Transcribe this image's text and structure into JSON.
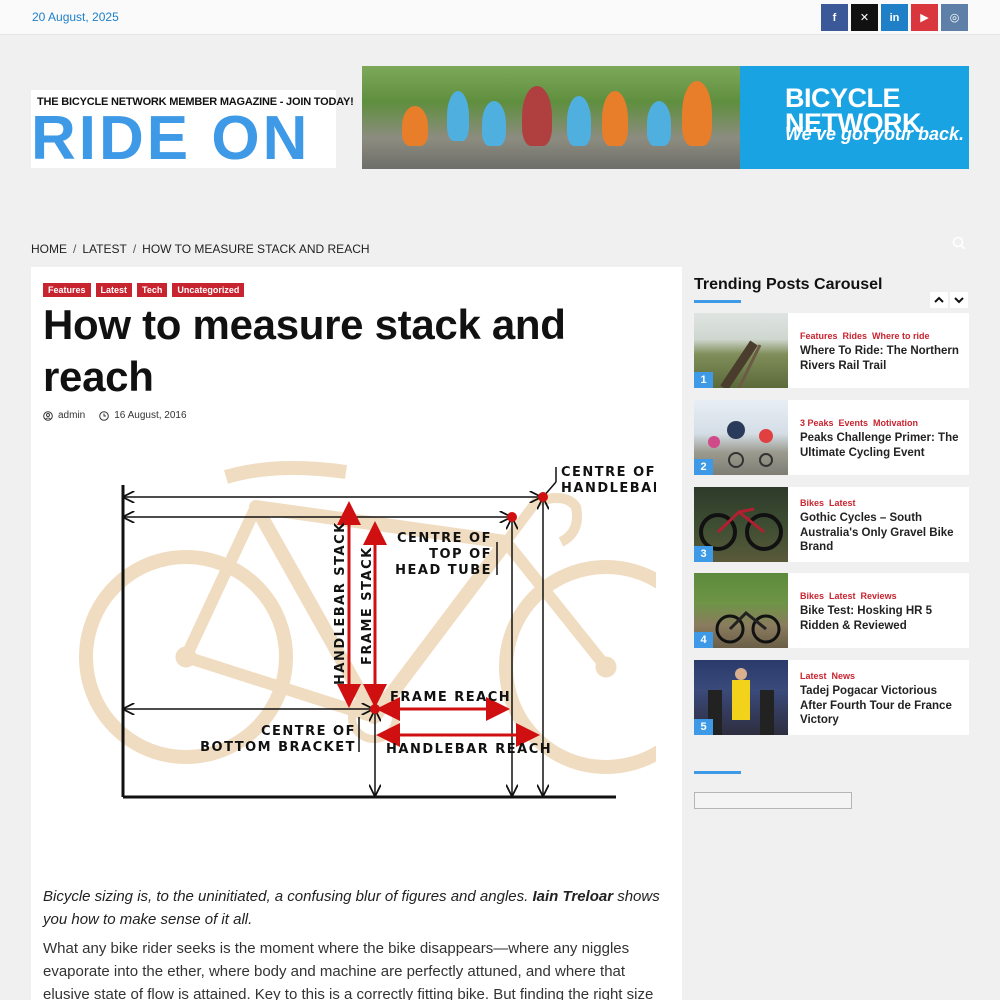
{
  "topbar": {
    "date": "20 August, 2025",
    "social": [
      "facebook-icon",
      "x-icon",
      "linkedin-icon",
      "youtube-icon",
      "instagram-icon"
    ]
  },
  "logo": {
    "tagline": "THE BICYCLE NETWORK MEMBER MAGAZINE -  JOIN TODAY!",
    "name": "RIDE ON"
  },
  "banner": {
    "line1": "BICYCLE",
    "line2": "NETWORK",
    "slogan": "We've got your back."
  },
  "breadcrumb": [
    "HOME",
    "LATEST",
    "HOW TO MEASURE STACK AND REACH"
  ],
  "article": {
    "categories": [
      "Features",
      "Latest",
      "Tech",
      "Uncategorized"
    ],
    "title": "How to measure stack and reach",
    "author": "admin",
    "date": "16 August, 2016",
    "figure": {
      "centre_handlebars_1": "CENTRE OF",
      "centre_handlebars_2": "HANDLEBARS",
      "head_tube_1": "CENTRE OF",
      "head_tube_2": "TOP OF",
      "head_tube_3": "HEAD TUBE",
      "handlebar_stack": "HANDLEBAR STACK",
      "frame_stack": "FRAME STACK",
      "frame_reach": "FRAME REACH",
      "bb_1": "CENTRE OF",
      "bb_2": "BOTTOM BRACKET",
      "handlebar_reach": "HANDLEBAR REACH"
    },
    "lede_before": "Bicycle sizing is, to the uninitiated, a confusing blur of figures and angles. ",
    "lede_author": "Iain Treloar",
    "lede_after": " shows you how to make sense of it all.",
    "body": "What any bike rider seeks is the moment where the bike disappears—where any niggles evaporate into the ether, where body and machine are perfectly attuned, and where that elusive state of flow is attained. Key to this is a correctly fitting bike. But finding the right size"
  },
  "sidebar": {
    "title": "Trending Posts Carousel",
    "posts": [
      {
        "num": "1",
        "cats": [
          "Features",
          "Rides",
          "Where to ride"
        ],
        "title": "Where To Ride: The Northern Rivers Rail Trail"
      },
      {
        "num": "2",
        "cats": [
          "3 Peaks",
          "Events",
          "Motivation"
        ],
        "title": "Peaks Challenge Primer: The Ultimate Cycling Event"
      },
      {
        "num": "3",
        "cats": [
          "Bikes",
          "Latest"
        ],
        "title": "Gothic Cycles – South Australia's Only Gravel Bike Brand"
      },
      {
        "num": "4",
        "cats": [
          "Bikes",
          "Latest",
          "Reviews"
        ],
        "title": "Bike Test: Hosking HR 5 Ridden & Reviewed"
      },
      {
        "num": "5",
        "cats": [
          "Latest",
          "News"
        ],
        "title": "Tadej Pogacar Victorious After Fourth Tour de France Victory"
      }
    ]
  }
}
